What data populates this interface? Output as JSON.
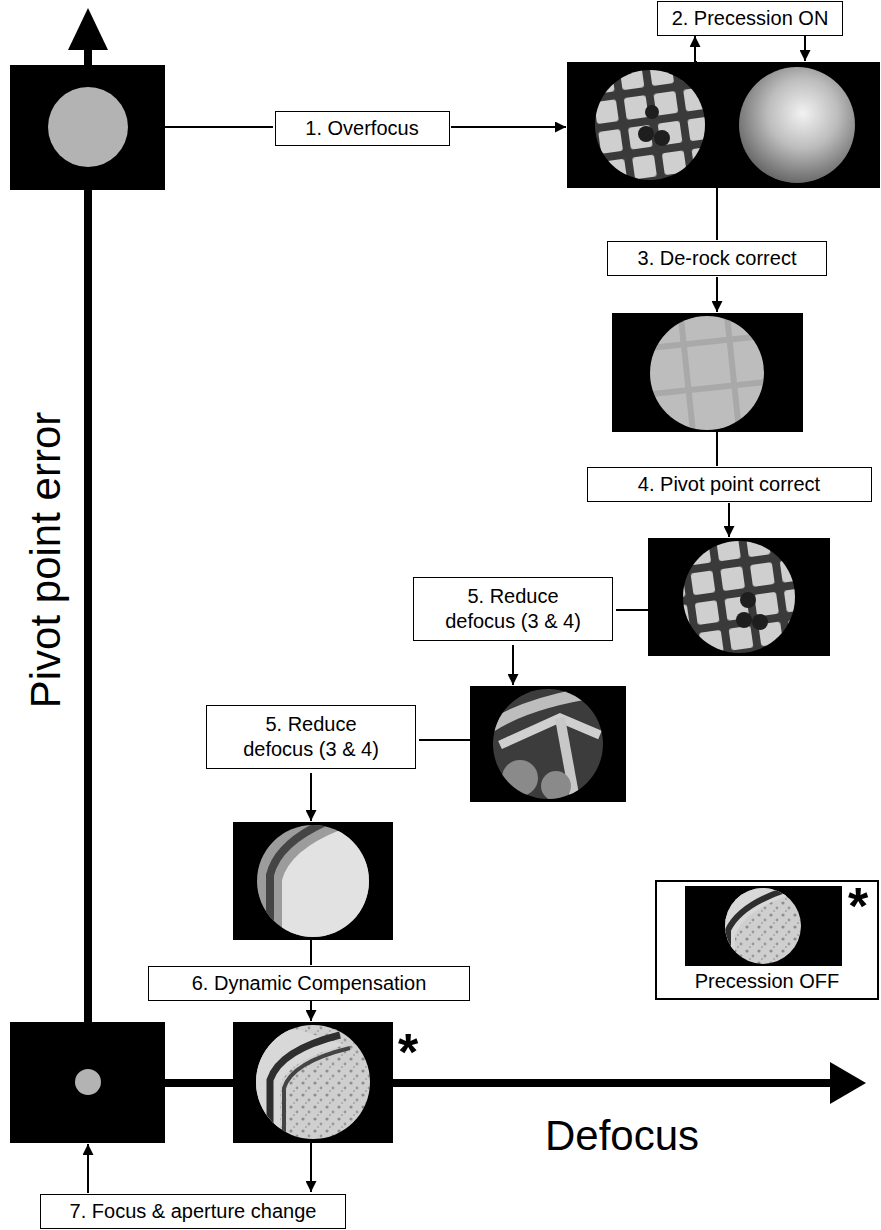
{
  "diagram": {
    "nodes": [
      {
        "text": [
          "2. Precession ON"
        ]
      },
      {
        "text": [
          "1. Overfocus"
        ]
      },
      {
        "text": [
          "3. De-rock correct"
        ]
      },
      {
        "text": [
          "4. Pivot point correct"
        ]
      },
      {
        "text": [
          "5. Reduce defocus (3 & 4)"
        ]
      },
      {
        "text": [
          "5. Reduce defocus (3 & 4)"
        ]
      },
      {
        "text": [
          "6. Dynamic Compensation"
        ]
      },
      {
        "text": [
          "Precession OFF"
        ]
      },
      {
        "text": [
          "7. Focus & aperture change"
        ]
      }
    ],
    "labels": [
      "Pivot point error",
      "Defocus",
      "*",
      "*"
    ]
  }
}
